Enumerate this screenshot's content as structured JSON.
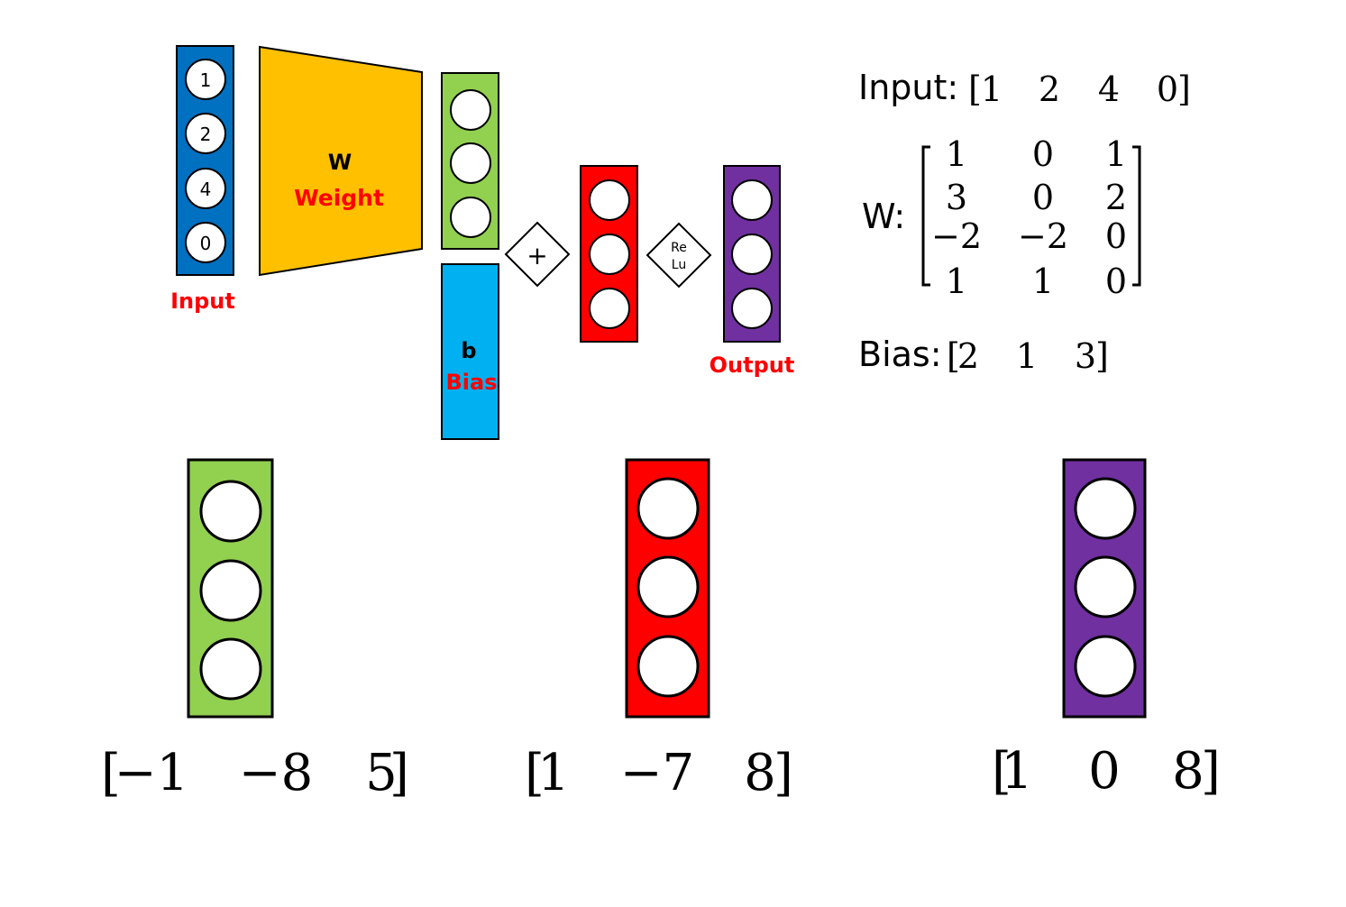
{
  "colors": {
    "input_col": "#0070C0",
    "weight": "#FFC000",
    "wx_col": "#92D050",
    "bias": "#00B0F0",
    "sum_col": "#FF0000",
    "output_col": "#7030A0",
    "label_red": "#FF0000"
  },
  "diagram": {
    "input_values": [
      "1",
      "2",
      "4",
      "0"
    ],
    "input_label": "Input",
    "weight_symbol": "W",
    "weight_label": "Weight",
    "bias_symbol": "b",
    "bias_label": "Bias",
    "plus_symbol": "+",
    "relu_line1": "Re",
    "relu_line2": "Lu",
    "output_label": "Output"
  },
  "equations": {
    "input_prefix": "Input:",
    "input_vector": [
      "1",
      "2",
      "4",
      "0"
    ],
    "w_prefix": "W:",
    "w_matrix": [
      [
        "1",
        "0",
        "1"
      ],
      [
        "3",
        "0",
        "2"
      ],
      [
        "−2",
        "−2",
        "0"
      ],
      [
        "1",
        "1",
        "0"
      ]
    ],
    "bias_prefix": "Bias:",
    "bias_vector": [
      "2",
      "1",
      "3"
    ]
  },
  "results": {
    "wx": [
      "−1",
      "−8",
      "5"
    ],
    "wx_plus_b": [
      "1",
      "−7",
      "8"
    ],
    "relu_out": [
      "1",
      "0",
      "8"
    ]
  }
}
